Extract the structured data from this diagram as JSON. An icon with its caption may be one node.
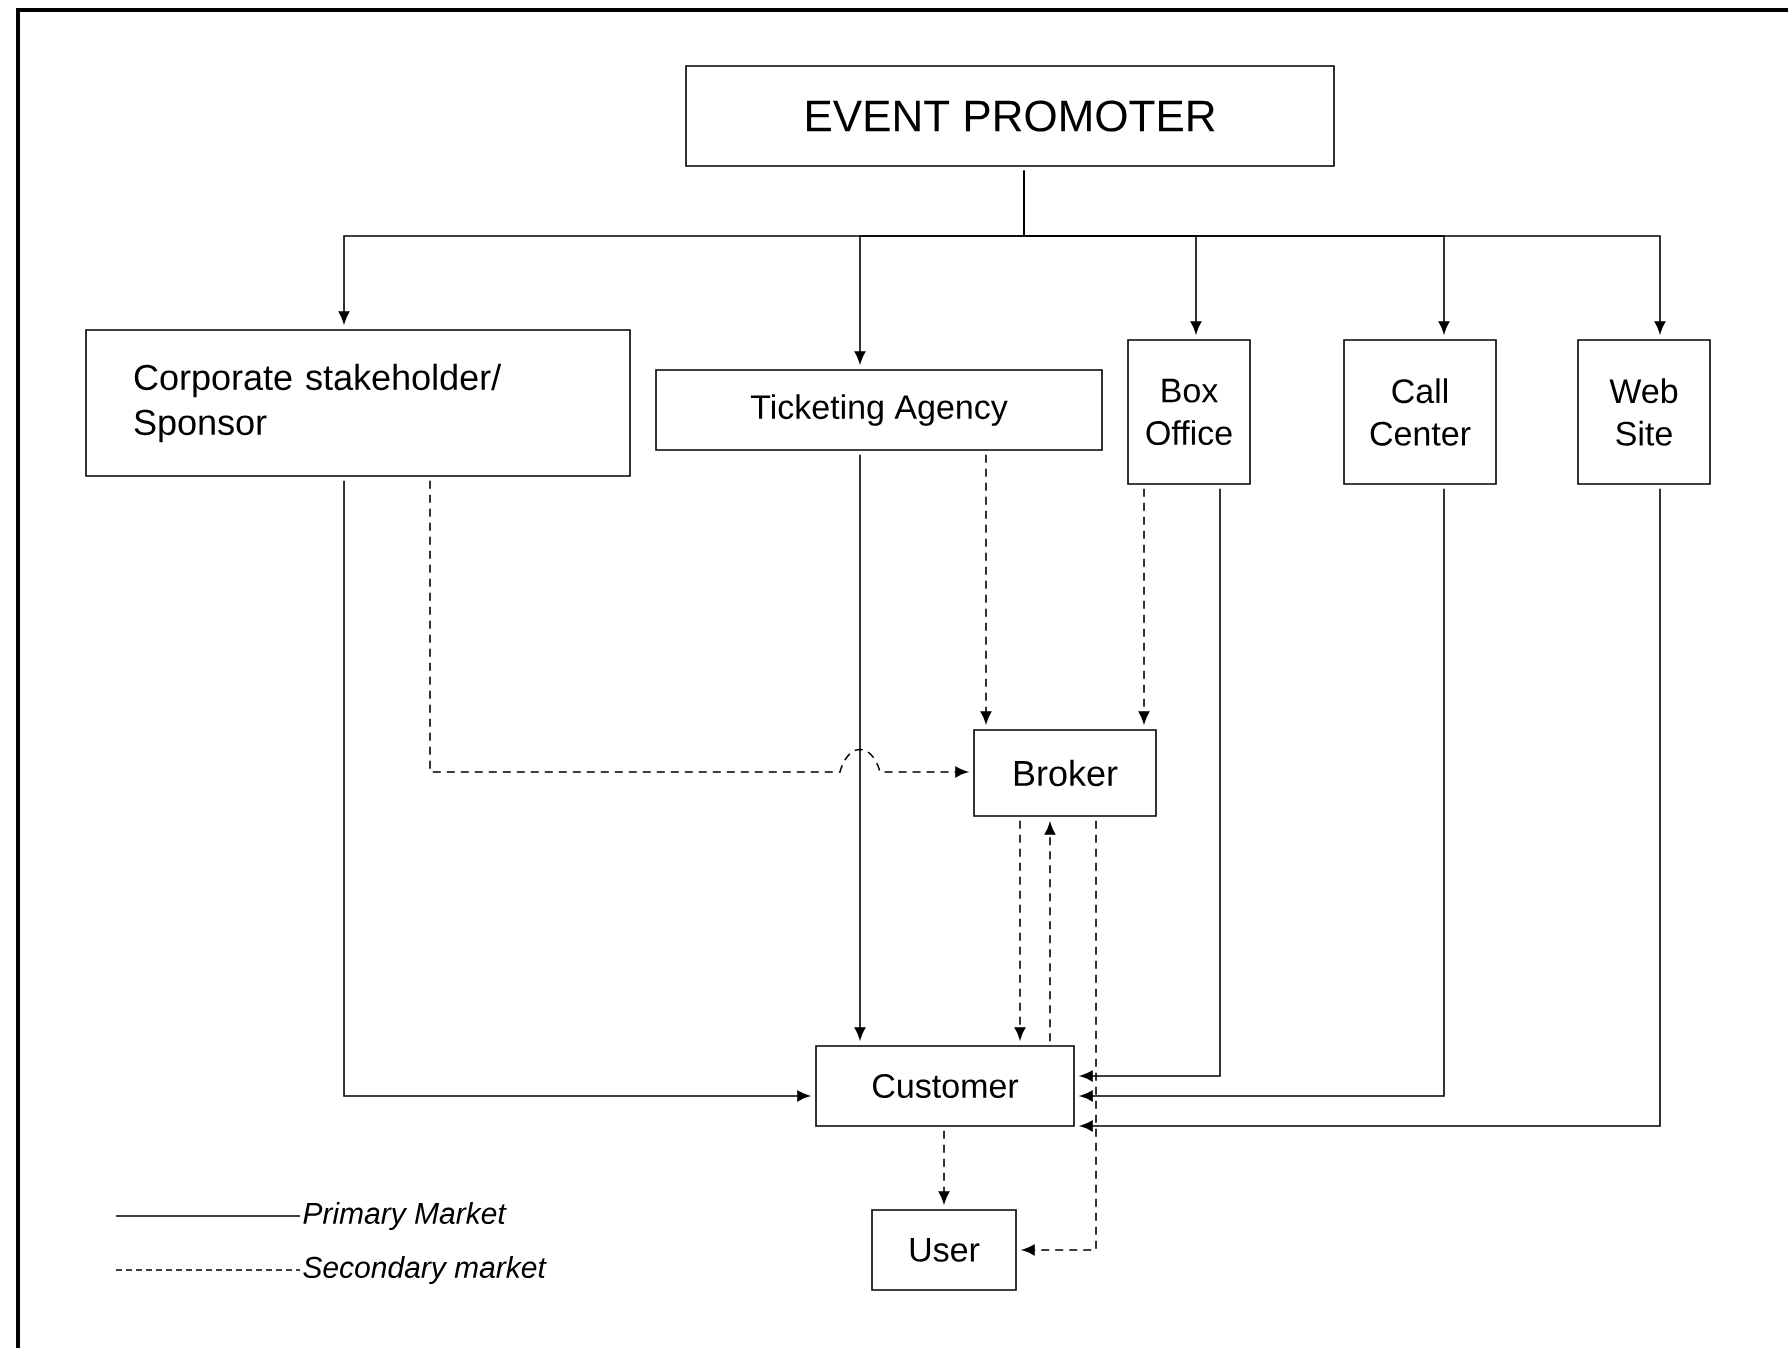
{
  "diagram": {
    "nodes": [
      {
        "text": [
          "EVENT PROMOTER"
        ]
      },
      {
        "text": [
          "Corporate stakeholder/ Sponsor"
        ]
      },
      {
        "text": [
          "Ticketing Agency"
        ]
      },
      {
        "text": [
          "Box Office"
        ]
      },
      {
        "text": [
          "Call Center"
        ]
      },
      {
        "text": [
          "Web Site"
        ]
      },
      {
        "text": [
          "Broker"
        ]
      },
      {
        "text": [
          "Customer"
        ]
      },
      {
        "text": [
          "User"
        ]
      }
    ],
    "edges": [
      {
        "from": 0,
        "to": 1,
        "arrow": "to"
      },
      {
        "from": 0,
        "to": 2,
        "arrow": "to"
      },
      {
        "from": 0,
        "to": 3,
        "arrow": "to"
      },
      {
        "from": 0,
        "to": 4,
        "arrow": "to"
      },
      {
        "from": 0,
        "to": 5,
        "arrow": "to"
      },
      {
        "from": 1,
        "to": 7,
        "arrow": "to"
      },
      {
        "from": 1,
        "to": 6,
        "arrow": "to",
        "style": "dashed"
      },
      {
        "from": 2,
        "to": 7,
        "arrow": "to"
      },
      {
        "from": 2,
        "to": 6,
        "arrow": "to",
        "style": "dashed"
      },
      {
        "from": 3,
        "to": 6,
        "arrow": "to",
        "style": "dashed"
      },
      {
        "from": 3,
        "to": 7,
        "arrow": "to"
      },
      {
        "from": 4,
        "to": 7,
        "arrow": "to"
      },
      {
        "from": 5,
        "to": 7,
        "arrow": "to"
      },
      {
        "from": 6,
        "to": 7,
        "arrow": "to",
        "style": "dashed"
      },
      {
        "from": 7,
        "to": 6,
        "arrow": "to",
        "style": "dashed"
      },
      {
        "from": 7,
        "to": 8,
        "arrow": "to",
        "style": "dashed"
      },
      {
        "from": 6,
        "to": 8,
        "arrow": "to",
        "style": "dashed"
      }
    ],
    "legend": [
      {
        "text": "Primary Market"
      },
      {
        "text": "Secondary market"
      }
    ]
  }
}
